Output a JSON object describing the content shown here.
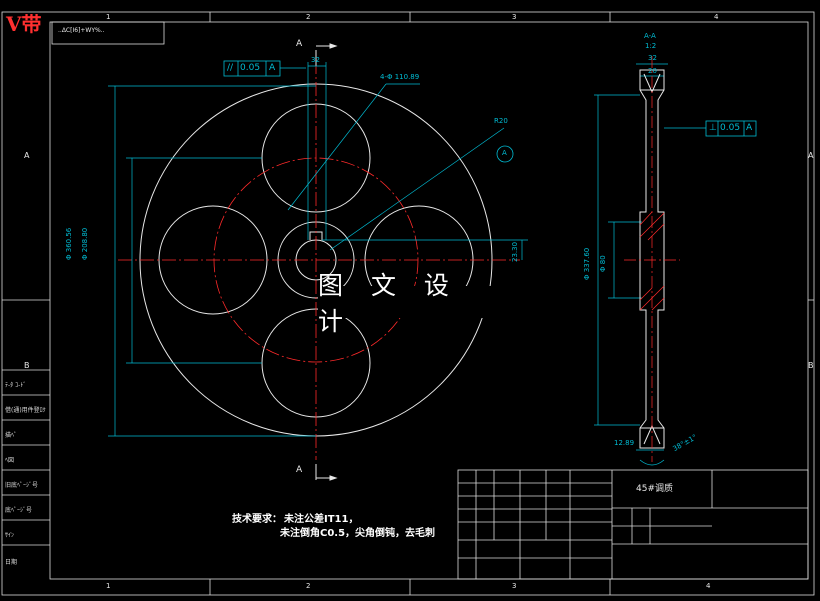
{
  "title": "V带",
  "watermark": "图 文 设 计",
  "top_left_box": "..ΔC[I6]+WY%..",
  "border_numbers": {
    "top": [
      "1",
      "2",
      "3",
      "4"
    ],
    "bottom": [
      "1",
      "2",
      "3",
      "4"
    ]
  },
  "border_letters": {
    "left": [
      "A",
      "B"
    ],
    "right": [
      "A",
      "B"
    ]
  },
  "section_label_top": "A",
  "section_label_bottom": "A",
  "section_title": "A-A",
  "section_scale": "1:2",
  "tolerance_parallel": {
    "symbol": "//",
    "value": "0.05",
    "datum": "A"
  },
  "tolerance_perp": {
    "symbol": "⊥",
    "value": "0.05",
    "datum": "A"
  },
  "dims": {
    "top_width": "32",
    "holes": "4-Φ 110.89",
    "radius": "R20",
    "datum_circle": "A",
    "outer_dia": "Φ 360.56",
    "outer_dia_prefix": "Φ",
    "pitch_dia": "Φ 208.80",
    "key_height": "23.30",
    "sec_width": "32",
    "sec_groove": "20",
    "sec_outer": "Φ 337.60",
    "sec_bore": "Φ 80",
    "sec_bottom": "12.89",
    "sec_angle": "38°±1°"
  },
  "tech_req": {
    "title": "技术要求：",
    "line1": "未注公差IT11，",
    "line2": "未注倒角C0.5，尖角倒钝，去毛刺"
  },
  "material": "45#调质",
  "side_labels": [
    "ﾃ-ﾀ ｺ-ﾄﾞ",
    "借(通)用件登ﾛｸ",
    "描ﾍﾟ",
    "ﾍ図",
    "旧底ﾍﾟｰｼﾞ号",
    "底ﾍﾟｰｼﾞ号",
    "ｻｲﾝ",
    "日期"
  ],
  "colors": {
    "line": "#e8e8e8",
    "dim": "#00bcd4",
    "center": "#ff2a2a",
    "title": "#ff3030"
  }
}
